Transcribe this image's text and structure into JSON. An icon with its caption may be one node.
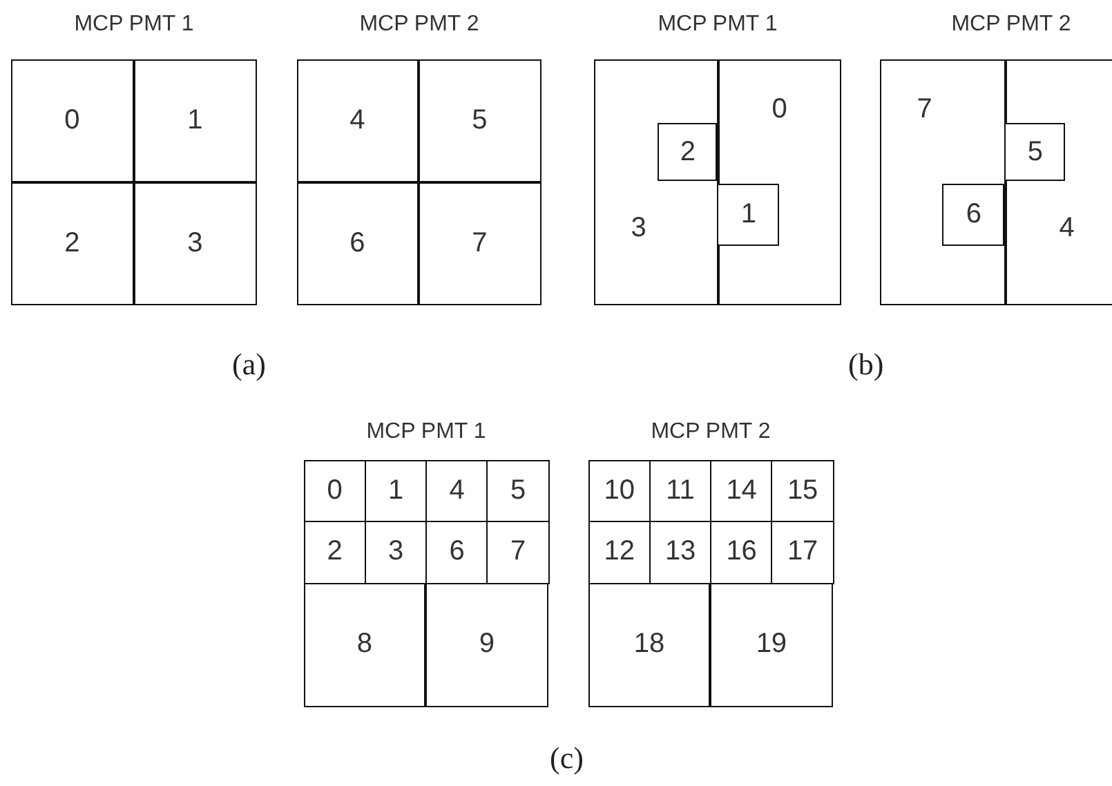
{
  "diagram": {
    "nodes": [
      {
        "text": [
          "MCP PMT 1"
        ]
      },
      {
        "text": [
          "0"
        ],
        "in": 0
      },
      {
        "text": [
          "1"
        ],
        "in": 0
      },
      {
        "text": [
          "2"
        ],
        "in": 0
      },
      {
        "text": [
          "3"
        ],
        "in": 0
      },
      {
        "text": [
          "MCP PMT 2"
        ]
      },
      {
        "text": [
          "4"
        ],
        "in": 5
      },
      {
        "text": [
          "5"
        ],
        "in": 5
      },
      {
        "text": [
          "6"
        ],
        "in": 5
      },
      {
        "text": [
          "7"
        ],
        "in": 5
      },
      {
        "text": [
          "MCP PMT 1"
        ]
      },
      {
        "text": [
          "0"
        ],
        "in": 10
      },
      {
        "text": [
          "3"
        ],
        "in": 10
      },
      {
        "text": [
          "2"
        ],
        "in": 12
      },
      {
        "text": [
          "1"
        ],
        "in": 11
      },
      {
        "text": [
          "MCP PMT 2"
        ]
      },
      {
        "text": [
          "7"
        ],
        "in": 15
      },
      {
        "text": [
          "4"
        ],
        "in": 15
      },
      {
        "text": [
          "5"
        ],
        "in": 17
      },
      {
        "text": [
          "6"
        ],
        "in": 16
      },
      {
        "text": [
          "MCP PMT 1"
        ]
      },
      {
        "text": [
          "0"
        ],
        "in": 20
      },
      {
        "text": [
          "1"
        ],
        "in": 20
      },
      {
        "text": [
          "4"
        ],
        "in": 20
      },
      {
        "text": [
          "5"
        ],
        "in": 20
      },
      {
        "text": [
          "2"
        ],
        "in": 20
      },
      {
        "text": [
          "3"
        ],
        "in": 20
      },
      {
        "text": [
          "6"
        ],
        "in": 20
      },
      {
        "text": [
          "7"
        ],
        "in": 20
      },
      {
        "text": [
          "8"
        ],
        "in": 20
      },
      {
        "text": [
          "9"
        ],
        "in": 20
      },
      {
        "text": [
          "MCP PMT 2"
        ]
      },
      {
        "text": [
          "10"
        ],
        "in": 31
      },
      {
        "text": [
          "11"
        ],
        "in": 31
      },
      {
        "text": [
          "14"
        ],
        "in": 31
      },
      {
        "text": [
          "15"
        ],
        "in": 31
      },
      {
        "text": [
          "12"
        ],
        "in": 31
      },
      {
        "text": [
          "13"
        ],
        "in": 31
      },
      {
        "text": [
          "16"
        ],
        "in": 31
      },
      {
        "text": [
          "17"
        ],
        "in": 31
      },
      {
        "text": [
          "18"
        ],
        "in": 31
      },
      {
        "text": [
          "19"
        ],
        "in": 31
      }
    ],
    "labels": [
      "(a)",
      "(b)",
      "(c)"
    ]
  }
}
